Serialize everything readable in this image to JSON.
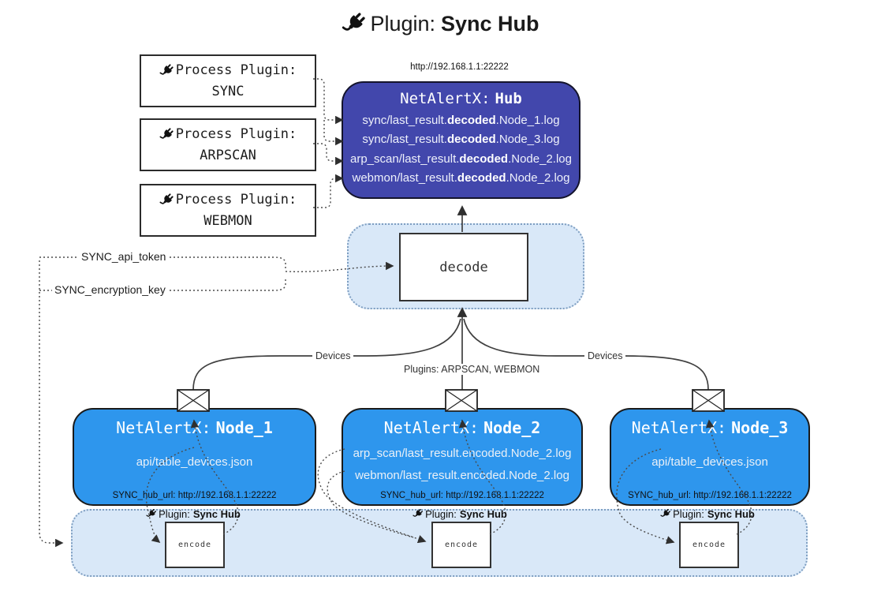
{
  "title": {
    "prefix": "Plugin:",
    "name": "Sync Hub"
  },
  "icons": {
    "plug": "plug-icon",
    "envelope": "envelope-icon",
    "arrow": "arrowhead-icon"
  },
  "process_plugins": [
    {
      "label": "Process Plugin:",
      "name": "SYNC"
    },
    {
      "label": "Process Plugin:",
      "name": "ARPSCAN"
    },
    {
      "label": "Process Plugin:",
      "name": "WEBMON"
    }
  ],
  "hub": {
    "url_label": "http://192.168.1.1:22222",
    "title_prefix": "NetAlertX:",
    "title_name": "Hub",
    "lines": [
      {
        "pre": "sync/last_result.",
        "bold": "decoded",
        "post": ".Node_1.log"
      },
      {
        "pre": "sync/last_result.",
        "bold": "decoded",
        "post": ".Node_3.log"
      },
      {
        "pre": "arp_scan/last_result.",
        "bold": "decoded",
        "post": ".Node_2.log"
      },
      {
        "pre": "webmon/last_result.",
        "bold": "decoded",
        "post": ".Node_2.log"
      }
    ]
  },
  "decode": {
    "label": "decode"
  },
  "config": {
    "api_token": "SYNC_api_token",
    "encryption_key": "SYNC_encryption_key"
  },
  "edges": {
    "devices_left": "Devices",
    "devices_right": "Devices",
    "plugins_mid": "Plugins: ARPSCAN, WEBMON"
  },
  "nodes": [
    {
      "title_prefix": "NetAlertX:",
      "title_name": "Node_1",
      "files": [
        "api/table_devices.json"
      ],
      "hub_url": "SYNC_hub_url: http://192.168.1.1:22222"
    },
    {
      "title_prefix": "NetAlertX:",
      "title_name": "Node_2",
      "files": [
        "arp_scan/last_result.encoded.Node_2.log",
        "webmon/last_result.encoded.Node_2.log"
      ],
      "hub_url": "SYNC_hub_url: http://192.168.1.1:22222"
    },
    {
      "title_prefix": "NetAlertX:",
      "title_name": "Node_3",
      "files": [
        "api/table_devices.json"
      ],
      "hub_url": "SYNC_hub_url: http://192.168.1.1:22222"
    }
  ],
  "encoders": [
    {
      "plugin_label": "Plugin:",
      "plugin_name": "Sync Hub",
      "box_label": "encode"
    },
    {
      "plugin_label": "Plugin:",
      "plugin_name": "Sync Hub",
      "box_label": "encode"
    },
    {
      "plugin_label": "Plugin:",
      "plugin_name": "Sync Hub",
      "box_label": "encode"
    }
  ],
  "colors": {
    "hub_fill": "#4247AC",
    "node_fill": "#2E96ED",
    "panel_fill": "#D9E8F8",
    "panel_border": "#7E9EC1",
    "line": "#404040"
  }
}
